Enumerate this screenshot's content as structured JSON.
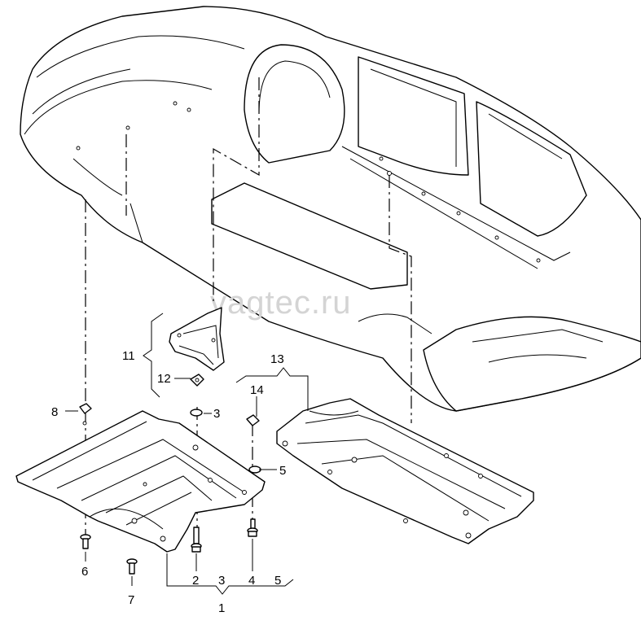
{
  "watermark": "vagtec.ru",
  "callouts": {
    "c1": "1",
    "c2": "2",
    "c3a": "3",
    "c3b": "3",
    "c4": "4",
    "c5a": "5",
    "c5b": "5",
    "c6": "6",
    "c7": "7",
    "c8": "8",
    "c11": "11",
    "c12": "12",
    "c13": "13",
    "c14": "14"
  }
}
